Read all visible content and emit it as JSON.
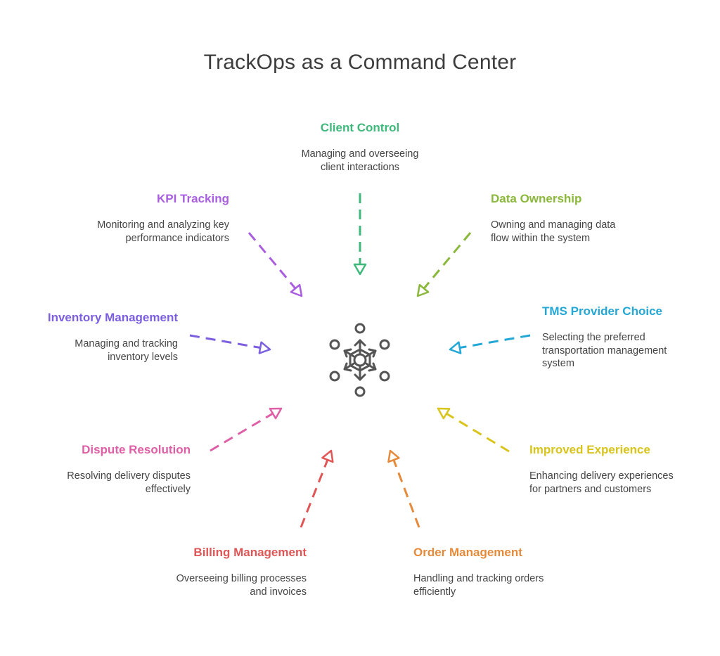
{
  "title": "TrackOps as a Command Center",
  "center": {
    "icon": "hub-network-icon"
  },
  "nodes": [
    {
      "id": "client-control",
      "label": "Client Control",
      "description": [
        "Managing and overseeing",
        "client interactions"
      ],
      "color": "#3fb97b"
    },
    {
      "id": "data-ownership",
      "label": "Data Ownership",
      "description": [
        "Owning and managing data",
        "flow within the system"
      ],
      "color": "#8ab83a"
    },
    {
      "id": "tms-provider-choice",
      "label": "TMS Provider Choice",
      "description": [
        "Selecting the preferred",
        "transportation management",
        "system"
      ],
      "color": "#22a7d6"
    },
    {
      "id": "improved-experience",
      "label": "Improved Experience",
      "description": [
        "Enhancing delivery experiences",
        "for partners and customers"
      ],
      "color": "#d9c41c"
    },
    {
      "id": "order-management",
      "label": "Order Management",
      "description": [
        "Handling and tracking orders",
        "efficiently"
      ],
      "color": "#e58a3a"
    },
    {
      "id": "billing-management",
      "label": "Billing Management",
      "description": [
        "Overseeing billing processes",
        "and invoices"
      ],
      "color": "#e05555"
    },
    {
      "id": "dispute-resolution",
      "label": "Dispute Resolution",
      "description": [
        "Resolving delivery disputes",
        "effectively"
      ],
      "color": "#df5fa6"
    },
    {
      "id": "inventory-management",
      "label": "Inventory Management",
      "description": [
        "Managing and tracking",
        "inventory levels"
      ],
      "color": "#7c5ee0"
    },
    {
      "id": "kpi-tracking",
      "label": "KPI Tracking",
      "description": [
        "Monitoring and analyzing key",
        "performance indicators"
      ],
      "color": "#a95ee0"
    }
  ]
}
